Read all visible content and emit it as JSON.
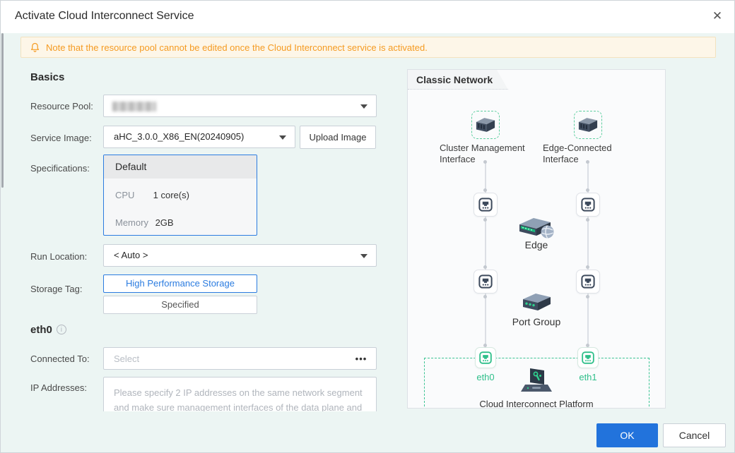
{
  "dialog": {
    "title": "Activate Cloud Interconnect Service",
    "close_glyph": "✕"
  },
  "notice": {
    "text": "Note that the resource pool cannot be edited once the Cloud Interconnect service is activated."
  },
  "form": {
    "basics_header": "Basics",
    "resource_pool": {
      "label": "Resource Pool:"
    },
    "service_image": {
      "label": "Service Image:",
      "value": "aHC_3.0.0_X86_EN(20240905)",
      "upload_label": "Upload Image"
    },
    "specifications": {
      "label": "Specifications:",
      "card_title": "Default",
      "cpu_label": "CPU",
      "cpu_value": "1 core(s)",
      "memory_label": "Memory",
      "memory_value": "2GB"
    },
    "run_location": {
      "label": "Run Location:",
      "value": "< Auto >"
    },
    "storage_tag": {
      "label": "Storage Tag:",
      "options": [
        "High Performance Storage",
        "Specified"
      ]
    },
    "eth0_header": "eth0",
    "info_glyph": "i",
    "connected_to": {
      "label": "Connected To:",
      "placeholder": "Select",
      "more_glyph": "•••"
    },
    "ip_addresses": {
      "label": "IP Addresses:",
      "placeholder": "Please specify 2 IP addresses on the same network segment and make sure management interfaces of the data plane and"
    }
  },
  "diagram": {
    "title": "Classic Network",
    "labels": {
      "cluster": "Cluster Management Interface",
      "edge_if": "Edge-Connected Interface",
      "edge": "Edge",
      "port_group": "Port Group",
      "eth0": "eth0",
      "eth1": "eth1",
      "platform": "Cloud Interconnect Platform"
    }
  },
  "footer": {
    "ok_label": "OK",
    "cancel_label": "Cancel"
  },
  "colors": {
    "accent_blue": "#2273dc",
    "warn_text": "#f59b22",
    "warn_bg": "#fdf6e8",
    "green": "#2fbf8a",
    "body_bg": "#ecf5f3"
  }
}
